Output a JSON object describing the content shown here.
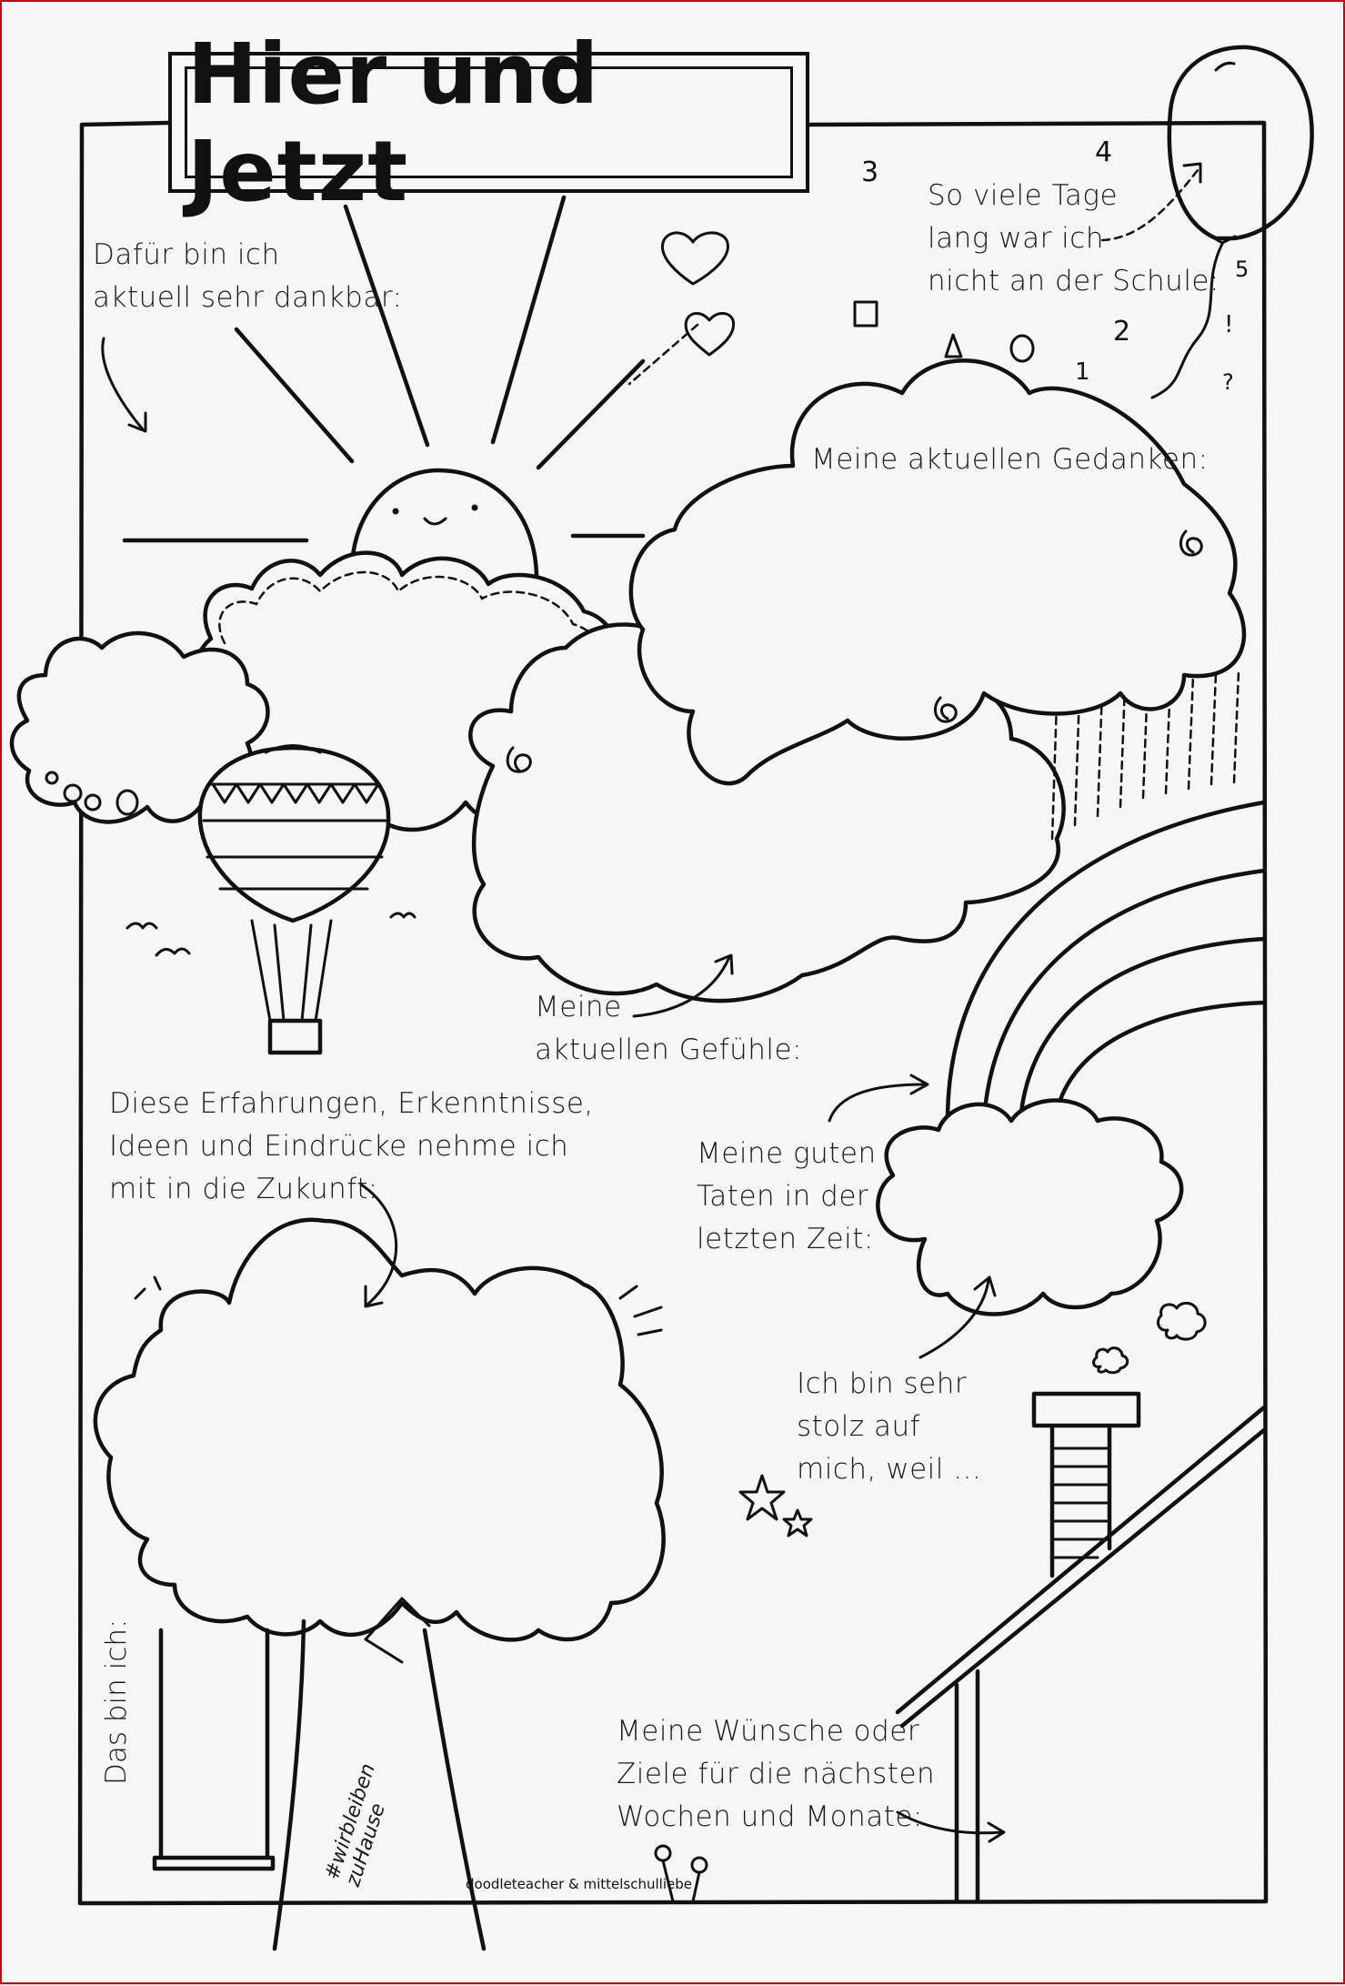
{
  "title": "Hier und Jetzt",
  "labels": {
    "dankbar": "Dafür bin ich\naktuell sehr dankbar:",
    "tage": "So viele Tage\nlang war ich\nnicht an der Schule:",
    "gedanken": "Meine aktuellen Gedanken:",
    "gefuehle": "Meine\naktuellen Gefühle:",
    "erfahrungen": "Diese Erfahrungen, Erkenntnisse,\nIdeen und Eindrücke nehme ich\nmit in die Zukunft:",
    "taten": "Meine guten\nTaten in der\nletzten Zeit:",
    "stolz": "Ich bin sehr\nstolz auf\nmich, weil ...",
    "wuensche": "Meine Wünsche oder\nZiele für die nächsten\nWochen und Monate:",
    "das_bin_ich": "Das bin ich:",
    "hashtag": "#wirbleiben\nzuHause",
    "credit": "doodleteacher & mittelschulliebe"
  },
  "scatter": {
    "n3": "3",
    "n4": "4",
    "n5": "5",
    "n2": "2",
    "n1": "1",
    "excl": "!",
    "q": "?"
  }
}
